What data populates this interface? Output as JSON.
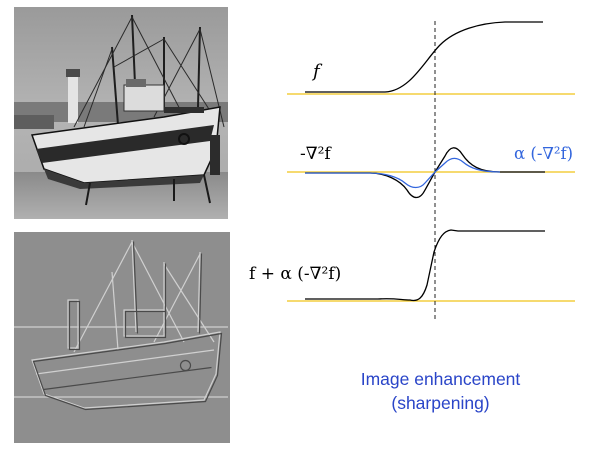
{
  "labels": {
    "f": "f",
    "neg_laplacian": "-∇²f",
    "scaled_laplacian": "α (-∇²f)",
    "enhanced": "f + α (-∇²f)"
  },
  "caption": {
    "line1": "Image enhancement",
    "line2": "(sharpening)"
  },
  "colors": {
    "baseline": "#f0c419",
    "blue": "#3366dd",
    "caption": "#2a45c8"
  }
}
